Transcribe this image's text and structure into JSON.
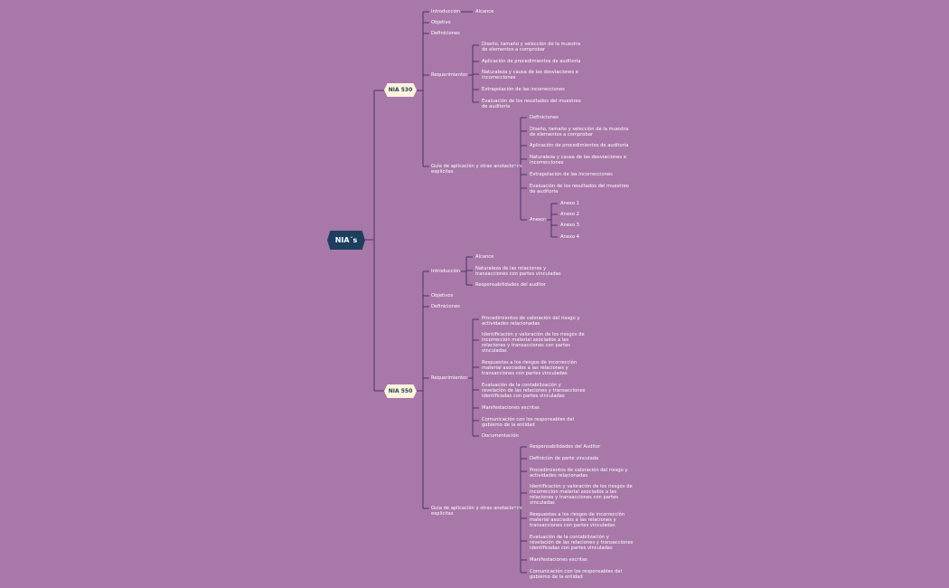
{
  "root": "NIA´s",
  "branches": [
    {
      "label": "NIA 530",
      "children": [
        {
          "label": "Introducción",
          "children": [
            {
              "label": "Alcance"
            }
          ]
        },
        {
          "label": "Objetivo"
        },
        {
          "label": "Definiciones"
        },
        {
          "label": "Requerimientos",
          "children": [
            {
              "label": "Diseño, tamaño y selección de la muestra\nde elementos a comprobar"
            },
            {
              "label": "Aplicación de procedimientos de auditoría"
            },
            {
              "label": "Naturaleza y causa de las desviaciones e\nincorrecciones"
            },
            {
              "label": "Extrapolación de las incorrecciones"
            },
            {
              "label": "Evaluación de los resultados del muestreo\nde auditoría"
            }
          ]
        },
        {
          "label": "Guía de aplicación y otras anotaciones\nexplicitas",
          "children": [
            {
              "label": "Definiciones"
            },
            {
              "label": "Diseño, tamaño y selección de la muestra\nde elementos a comprobar"
            },
            {
              "label": "Aplicación de procedimientos de auditoría"
            },
            {
              "label": "Naturaleza y causa de las desviaciones e\nincorrecciones"
            },
            {
              "label": "Extrapolación de las incorrecciones"
            },
            {
              "label": "Evaluación de los resultados del muestreo\nde auditoría"
            },
            {
              "label": "Anexos",
              "children": [
                {
                  "label": "Anexo 1"
                },
                {
                  "label": "Anexo 2"
                },
                {
                  "label": "Anexo 3"
                },
                {
                  "label": "Anexo 4"
                }
              ]
            }
          ]
        }
      ]
    },
    {
      "label": "NIA 550",
      "children": [
        {
          "label": "Introducción",
          "children": [
            {
              "label": "Alcance"
            },
            {
              "label": "Naturaleza de las relaciones y\ntransacciones con partes vinculadas"
            },
            {
              "label": "Responsabilidades del auditor"
            }
          ]
        },
        {
          "label": "Objetivos"
        },
        {
          "label": "Definiciones"
        },
        {
          "label": "Requerimientos",
          "children": [
            {
              "label": "Procedimientos de valoración del riesgo y\nactividades relacionadas"
            },
            {
              "label": "Identificación y valoración de los riesgos de\nincorrección material asociados a las\nrelaciones y transacciones con partes\nvinculadas"
            },
            {
              "label": "Respuestas a los riesgos de incorrección\nmaterial asociados a las relaciones y\ntransacciones con partes vinculadas"
            },
            {
              "label": "Evaluación de la contabilización y\nrevelación de las relaciones y transacciones\nidentificadas con partes vinculadas"
            },
            {
              "label": "Manifestaciones escritas"
            },
            {
              "label": "Comunicación con los responsables del\ngobierno de la entidad"
            },
            {
              "label": "Documentación"
            }
          ]
        },
        {
          "label": "Guía de aplicación y otras anotaciones\nexplicitas",
          "children": [
            {
              "label": "Responsabilidades del Auditor"
            },
            {
              "label": "Definición de parte vinculada"
            },
            {
              "label": "Procedimientos de valoración del riesgo y\nactividades relacionadas"
            },
            {
              "label": "Identificación y valoración de los riesgos de\nincorrección material asociados a las\nrelaciones y transacciones con partes\nvinculadas"
            },
            {
              "label": "Respuestas a los riesgos de incorrección\nmaterial asociados a las relaciones y\ntransacciones con partes vinculadas"
            },
            {
              "label": "Evaluación de la contabilización y\nrevelación de las relaciones y transacciones\nidentificadas con partes vinculadas"
            },
            {
              "label": "Manifestaciones escritas"
            },
            {
              "label": "Comunicación con los responsables del\ngobierno de la entidad"
            }
          ]
        }
      ]
    }
  ],
  "colors": {
    "background": "#a878a8",
    "line": "#4a3566",
    "root_fill": "#1d3f5e",
    "branch_fill": "#fdf3da"
  }
}
